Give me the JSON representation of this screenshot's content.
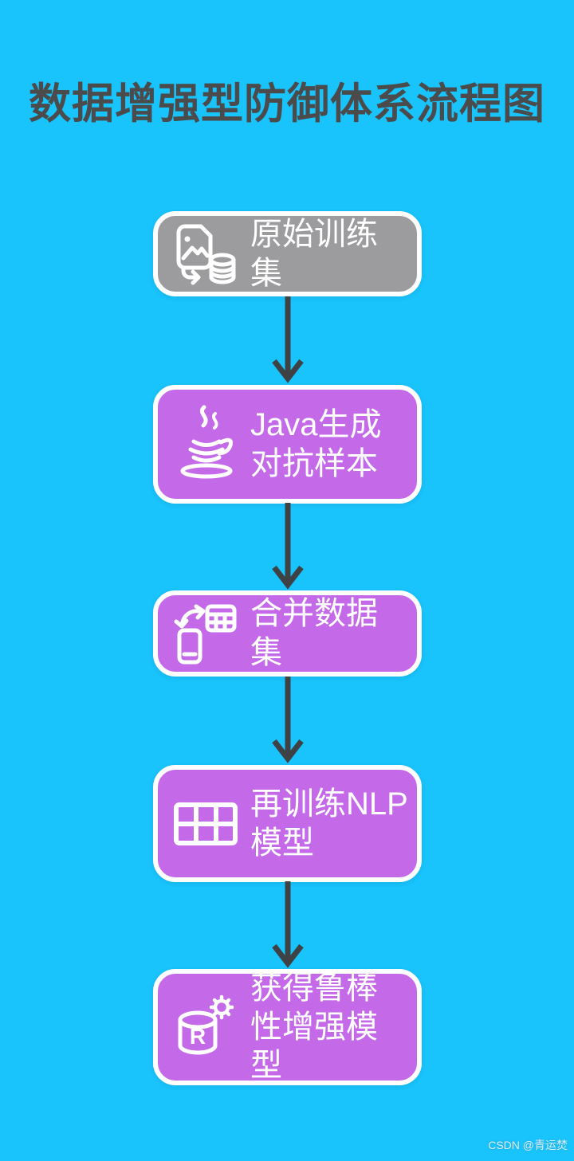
{
  "page": {
    "title": "数据增强型防御体系流程图",
    "background_color": "#19C3FC",
    "title_color": "#4B4B4B",
    "watermark": "CSDN @青运焚"
  },
  "flowchart": {
    "type": "flowchart",
    "direction": "top-down",
    "arrow_color": "#3E4245",
    "node_border_color": "#FFFFFF",
    "nodes": [
      {
        "label": "原始训练集",
        "icon": "image-to-database-icon",
        "fill": "#9C9C9E"
      },
      {
        "label": "Java生成对抗样本",
        "icon": "java-cup-icon",
        "fill": "#C46AE9"
      },
      {
        "label": "合并数据集",
        "icon": "phone-to-table-icon",
        "fill": "#C46AE9"
      },
      {
        "label": "再训练NLP模型",
        "icon": "table-grid-icon",
        "fill": "#C46AE9"
      },
      {
        "label": "获得鲁棒性增强模型",
        "icon": "database-gear-icon",
        "fill": "#C46AE9"
      }
    ],
    "edges": [
      {
        "from": "原始训练集",
        "to": "Java生成对抗样本"
      },
      {
        "from": "Java生成对抗样本",
        "to": "合并数据集"
      },
      {
        "from": "合并数据集",
        "to": "再训练NLP模型"
      },
      {
        "from": "再训练NLP模型",
        "to": "获得鲁棒性增强模型"
      }
    ]
  }
}
